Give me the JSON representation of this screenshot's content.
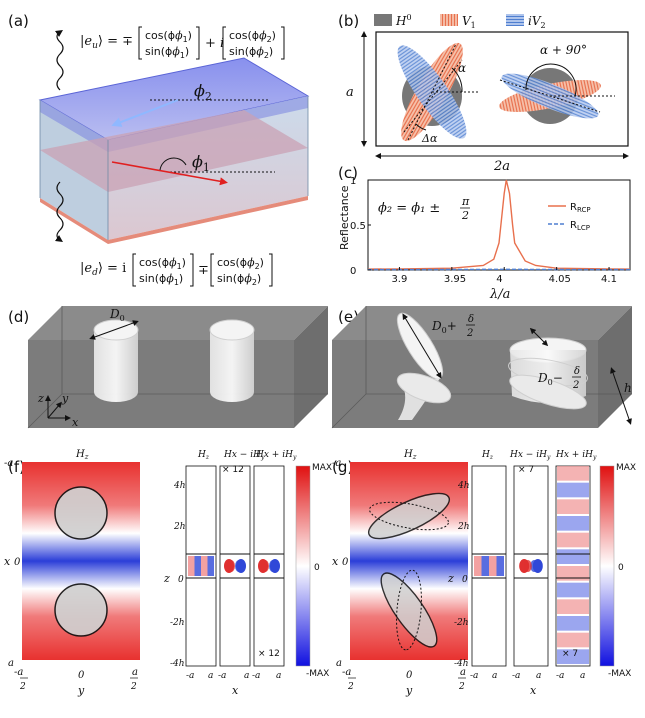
{
  "panels": {
    "a": {
      "letter": "(a)",
      "eu_lhs": "|e",
      "eu_sub": "u",
      "eu_eq": "⟩ = ∓",
      "cos1": "cos(ϕ",
      "sin1": "sin(ϕ",
      "one": "1",
      "two": "2",
      "close": ")",
      "plus_i": "+ i",
      "minus_plus": "∓",
      "ed_lhs": "|e",
      "ed_sub": "d",
      "ed_eq": "⟩ = i",
      "phi2": "ϕ",
      "phi1": "ϕ"
    },
    "b": {
      "letter": "(b)",
      "legend": [
        "H",
        "V",
        "iV"
      ],
      "legend_sup": "0",
      "legend_sub1": "1",
      "legend_sub2": "2",
      "alpha": "α",
      "delta_alpha": "Δα",
      "alpha_plus": "α + 90°",
      "a_label": "a",
      "twoa_label": "2a"
    },
    "c": {
      "letter": "(c)",
      "eq": "ϕ₂ = ϕ₁ ±",
      "pi": "π",
      "two": "2",
      "ylabel": "Reflectance",
      "xlabel": "λ/a",
      "legend_rcp": "R",
      "rcp_sub": "RCP",
      "legend_lcp": "R",
      "lcp_sub": "LCP",
      "xticks": [
        "3.9",
        "3.95",
        "4",
        "4.05",
        "4.1"
      ],
      "yticks": [
        "0",
        "0.5",
        "1"
      ]
    },
    "d": {
      "letter": "(d)",
      "d0": "D",
      "d0_sub": "0",
      "x": "x",
      "y": "y",
      "z": "z"
    },
    "e": {
      "letter": "(e)",
      "d0p": "D",
      "d0m": "D",
      "sub0": "0",
      "plus": "+",
      "minus": "−",
      "delta": "δ",
      "two": "2",
      "h": "h"
    },
    "f": {
      "letter": "(f)",
      "hz": "H",
      "hz_sub": "z",
      "hxm": "H",
      "hxp": "H",
      "hx_m_text": "x − iH",
      "hx_p_text": "x + iH",
      "y_sub": "y",
      "mult_top": "× 12",
      "mult_bot": "× 12",
      "left_top": "-a",
      "left_bot": "a",
      "x_lbl": "x",
      "zero": "0",
      "y_lbl": "y",
      "neg_a2": "a",
      "pos_a2": "a",
      "two": "2",
      "zaxis": [
        "4h",
        "2h",
        "0",
        "-2h",
        "-4h"
      ],
      "z_lbl": "z",
      "bottom_ticks": [
        "-a",
        "a",
        "-a",
        "a",
        "-a",
        "a"
      ],
      "bottom_x": "x",
      "cbar_max": "MAX",
      "cbar_zero": "0",
      "cbar_min": "-MAX"
    },
    "g": {
      "letter": "(g)",
      "mult_top": "× 7",
      "mult_bot": "× 7"
    }
  },
  "chart_data": {
    "type": "line",
    "title": "",
    "xlabel": "λ/a",
    "ylabel": "Reflectance",
    "xlim": [
      3.87,
      4.12
    ],
    "ylim": [
      0,
      1
    ],
    "series": [
      {
        "name": "RRCP",
        "color": "#e8704d",
        "style": "solid",
        "x": [
          3.87,
          3.9,
          3.95,
          3.98,
          3.99,
          3.995,
          4.0,
          4.002,
          4.005,
          4.008,
          4.01,
          4.02,
          4.03,
          4.05,
          4.1,
          4.12
        ],
        "values": [
          0.01,
          0.012,
          0.02,
          0.05,
          0.12,
          0.3,
          0.85,
          1.0,
          0.85,
          0.5,
          0.3,
          0.1,
          0.05,
          0.02,
          0.012,
          0.01
        ]
      },
      {
        "name": "RLCP",
        "color": "#4f7fd0",
        "style": "dashed",
        "x": [
          3.87,
          3.95,
          4.0,
          4.05,
          4.12
        ],
        "values": [
          0.005,
          0.006,
          0.008,
          0.006,
          0.005
        ]
      }
    ]
  },
  "colors": {
    "red": "#e03030",
    "blue": "#2040e0",
    "gray": "#777777",
    "orange": "#e8704d",
    "lblue": "#4f7fd0"
  }
}
